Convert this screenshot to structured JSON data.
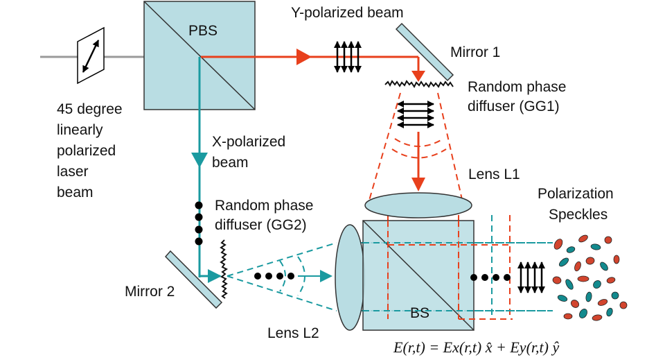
{
  "labels": {
    "pbs": "PBS",
    "bs": "BS",
    "y_beam": "Y-polarized beam",
    "x_beam_1": "X-polarized",
    "x_beam_2": "beam",
    "mirror1": "Mirror 1",
    "mirror2": "Mirror 2",
    "gg1_1": "Random phase",
    "gg1_2": "diffuser (GG1)",
    "gg2_1": "Random phase",
    "gg2_2": "diffuser (GG2)",
    "lens_l1": "Lens L1",
    "lens_l2": "Lens L2",
    "laser_1": "45 degree",
    "laser_2": "linearly",
    "laser_3": "polarized",
    "laser_4": "laser",
    "laser_5": "beam",
    "speckles_1": "Polarization",
    "speckles_2": "Speckles",
    "equation": "E(r,t) = Ex(r,t) x̂ + Ey(r,t) ŷ"
  },
  "colors": {
    "y_beam": "#e8401c",
    "x_beam": "#1a9aa0",
    "optic_fill": "#b9dde3",
    "input_beam": "#9a9a9a",
    "speckle_red": "#d2452e",
    "speckle_teal": "#138a8e"
  }
}
